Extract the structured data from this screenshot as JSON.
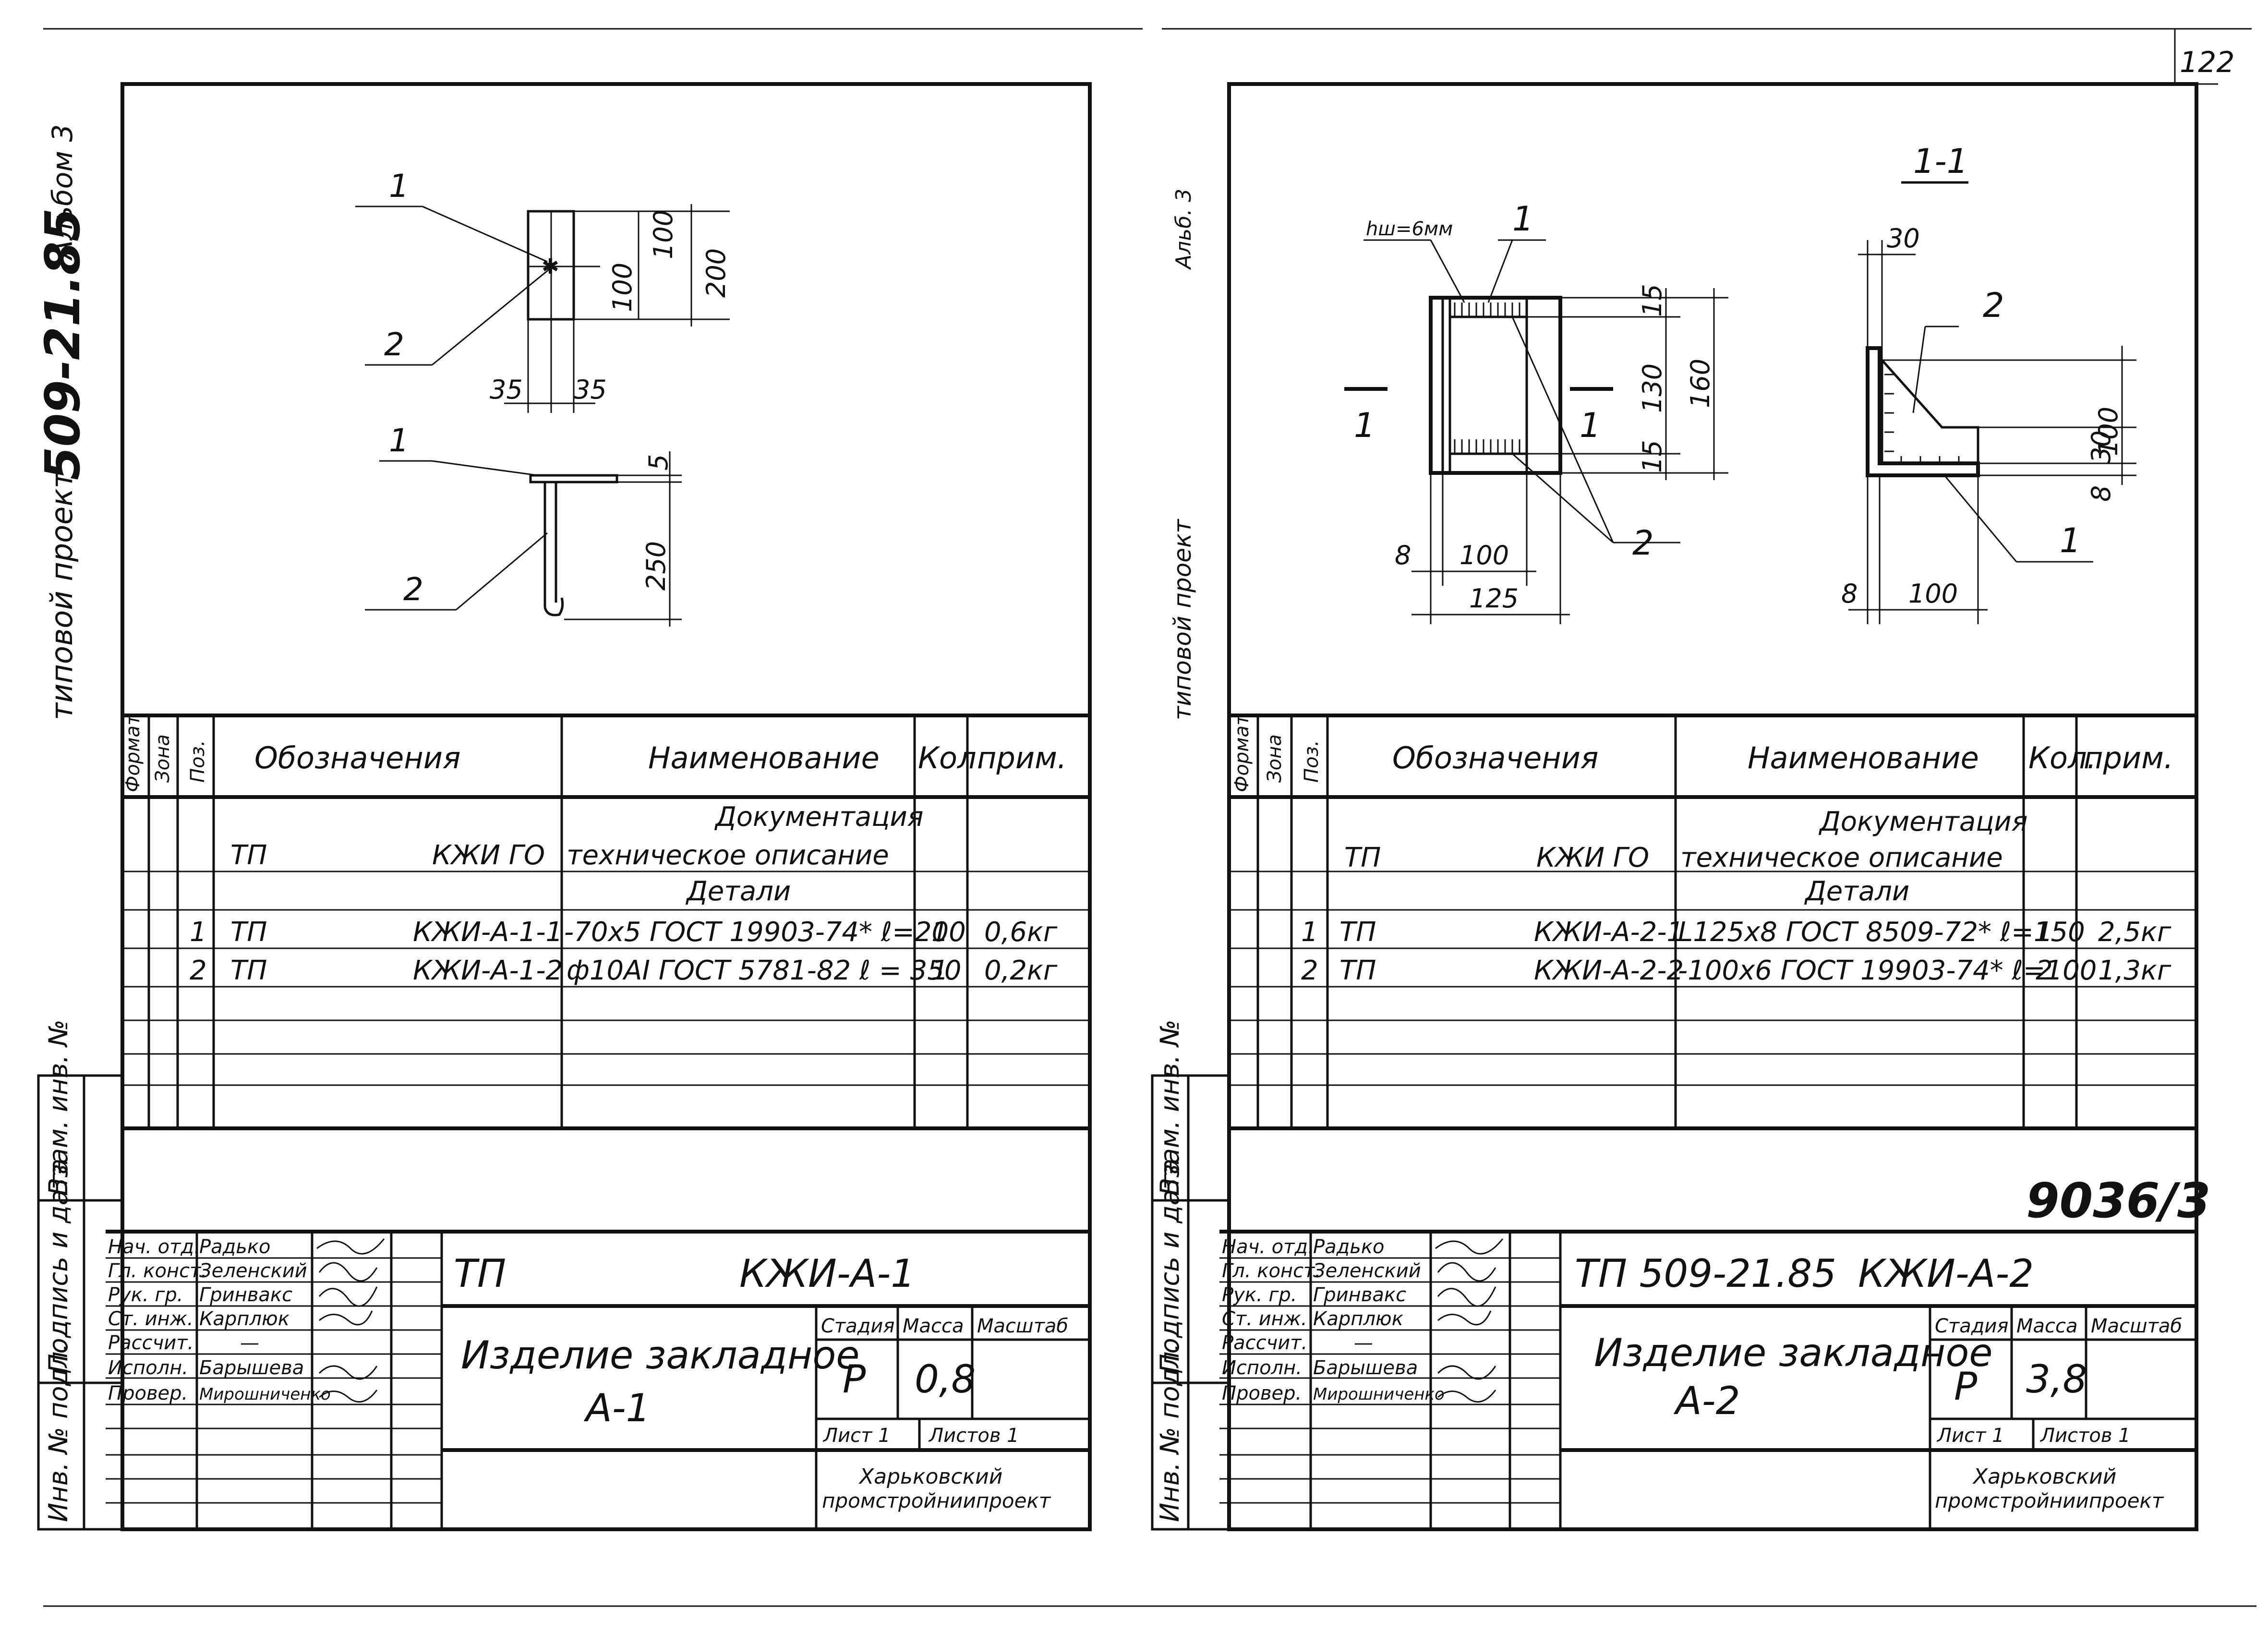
{
  "sheet_number": "122",
  "stamp_number": "9036/3",
  "side_labels": {
    "left_project": "типовой проект",
    "left_code": "509-21.85",
    "left_album": "Альбом 3",
    "right_project": "типовой проект",
    "right_album": "Альб. 3"
  },
  "side_fields": [
    "Инв. № подл.",
    "Подпись и дата",
    "Взам. инв. №"
  ],
  "table_headers": [
    "Формат",
    "Зона",
    "Поз.",
    "Обозначения",
    "Наименование",
    "Кол.",
    "прим."
  ],
  "left_sheet": {
    "drawing": {
      "callouts": [
        "1",
        "2"
      ],
      "dims_top": [
        "100",
        "100",
        "200",
        "35",
        "35"
      ],
      "dims_bottom": [
        "5",
        "250"
      ]
    },
    "rows": {
      "doc_section": "Документация",
      "tp": "ТП",
      "kzhi_go": "КЖИ ГО",
      "tech": "техническое описание",
      "details": "Детали"
    },
    "items": [
      {
        "pos": "1",
        "tp": "ТП",
        "code": "КЖИ-А-1-1",
        "name": "-70х5 ГОСТ 19903-74* ℓ=200",
        "qty": "1",
        "note": "0,6кг"
      },
      {
        "pos": "2",
        "tp": "ТП",
        "code": "КЖИ-А-1-2",
        "name": "ф10АI ГОСТ 5781-82 ℓ = 350",
        "qty": "1",
        "note": "0,2кг"
      }
    ],
    "stamp": {
      "roles": [
        "Нач. отд.",
        "Гл. конст.",
        "Рук. гр.",
        "Ст. инж.",
        "Рассчит.",
        "Исполн.",
        "Провер."
      ],
      "names": [
        "Радько",
        "Зеленский",
        "Гринвакс",
        "Карплюк",
        "—",
        "Барышева",
        "Мирошниченко"
      ],
      "doc": "ТП",
      "code": "КЖИ-А-1",
      "title1": "Изделие закладное",
      "title2": "А-1",
      "stage_label": "Стадия",
      "mass_label": "Масса",
      "scale_label": "Масштаб",
      "stage": "Р",
      "mass": "0,8",
      "sheet_label": "Лист 1",
      "sheets_label": "Листов 1",
      "org1": "Харьковский",
      "org2": "промстройниипроект"
    }
  },
  "right_sheet": {
    "drawing": {
      "section": "1-1",
      "weld": "hш=6мм",
      "callouts": [
        "1",
        "2",
        "2",
        "1"
      ],
      "cut_marks": [
        "1",
        "1"
      ],
      "dims_left": [
        "15",
        "130",
        "15",
        "160",
        "8",
        "100",
        "125"
      ],
      "dims_right": [
        "30",
        "100",
        "30",
        "8",
        "8",
        "100"
      ]
    },
    "rows": {
      "doc_section": "Документация",
      "tp": "ТП",
      "kzhi_go": "КЖИ ГО",
      "tech": "техническое описание",
      "details": "Детали"
    },
    "items": [
      {
        "pos": "1",
        "tp": "ТП",
        "code": "КЖИ-А-2-1",
        "name": "L125х8 ГОСТ 8509-72* ℓ=150",
        "qty": "1",
        "note": "2,5кг"
      },
      {
        "pos": "2",
        "tp": "ТП",
        "code": "КЖИ-А-2-2",
        "name": "-100х6 ГОСТ 19903-74* ℓ=100",
        "qty": "2",
        "note": "1,3кг"
      }
    ],
    "stamp": {
      "roles": [
        "Нач. отд.",
        "Гл. конст.",
        "Рук. гр.",
        "Ст. инж.",
        "Рассчит.",
        "Исполн.",
        "Провер."
      ],
      "names": [
        "Радько",
        "Зеленский",
        "Гринвакс",
        "Карплюк",
        "—",
        "Барышева",
        "Мирошниченко"
      ],
      "doc": "ТП 509-21.85",
      "code": "КЖИ-А-2",
      "title1": "Изделие закладное",
      "title2": "А-2",
      "stage_label": "Стадия",
      "mass_label": "Масса",
      "scale_label": "Масштаб",
      "stage": "Р",
      "mass": "3,8",
      "sheet_label": "Лист 1",
      "sheets_label": "Листов 1",
      "org1": "Харьковский",
      "org2": "промстройниипроект"
    }
  }
}
